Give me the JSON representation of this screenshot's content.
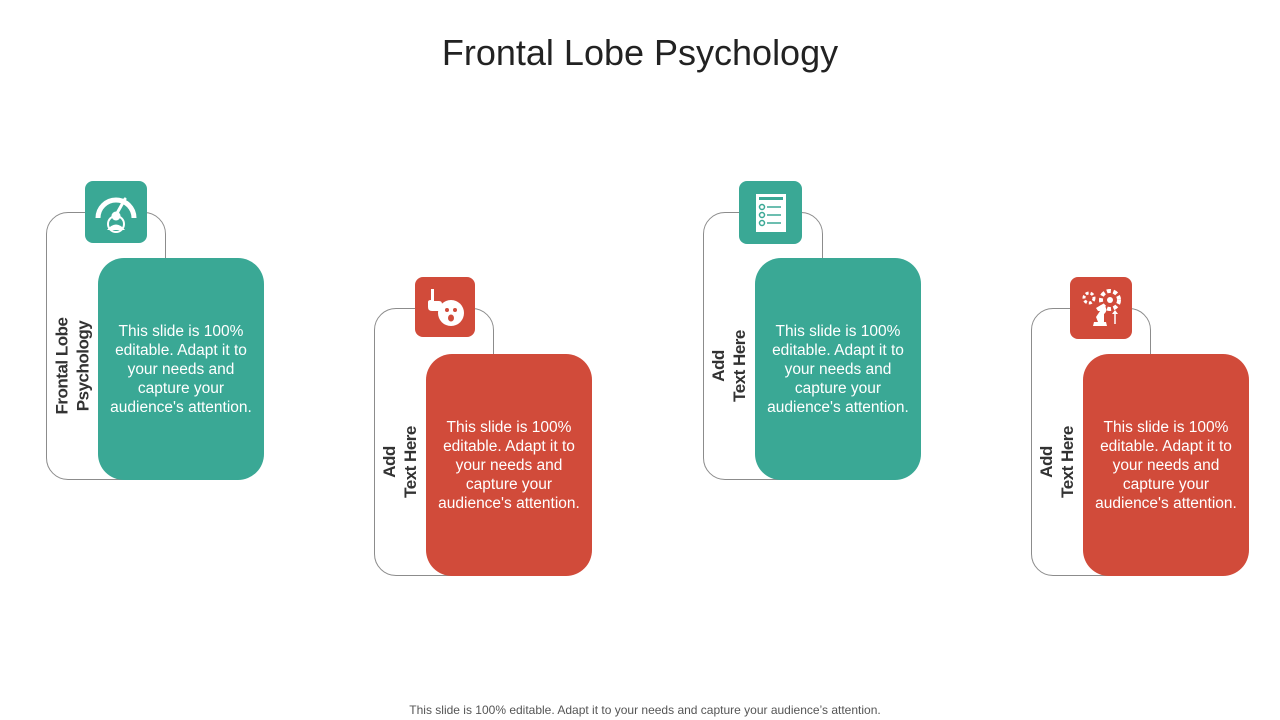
{
  "slide": {
    "title": "Frontal Lobe Psychology",
    "footer": "This slide is 100% editable. Adapt it to your needs and capture your audience’s attention."
  },
  "colors": {
    "teal": "#3aa895",
    "red": "#d14b3a"
  },
  "cards": [
    {
      "label": "Frontal Lobe\nPsychology",
      "body": "This slide is 100% editable. Adapt it to your needs and capture your audience's attention.",
      "color": "teal",
      "icon": "gauge-person-icon"
    },
    {
      "label": "Add\nText Here",
      "body": "This slide is 100% editable. Adapt it to your needs and capture your audience's attention.",
      "color": "red",
      "icon": "hand-brain-icon"
    },
    {
      "label": "Add\nText Here",
      "body": "This slide is 100% editable. Adapt it to your needs and capture your audience's attention.",
      "color": "teal",
      "icon": "checklist-icon"
    },
    {
      "label": "Add\nText Here",
      "body": "This slide is 100% editable. Adapt it to your needs and capture your audience's attention.",
      "color": "red",
      "icon": "gears-chess-icon"
    }
  ]
}
